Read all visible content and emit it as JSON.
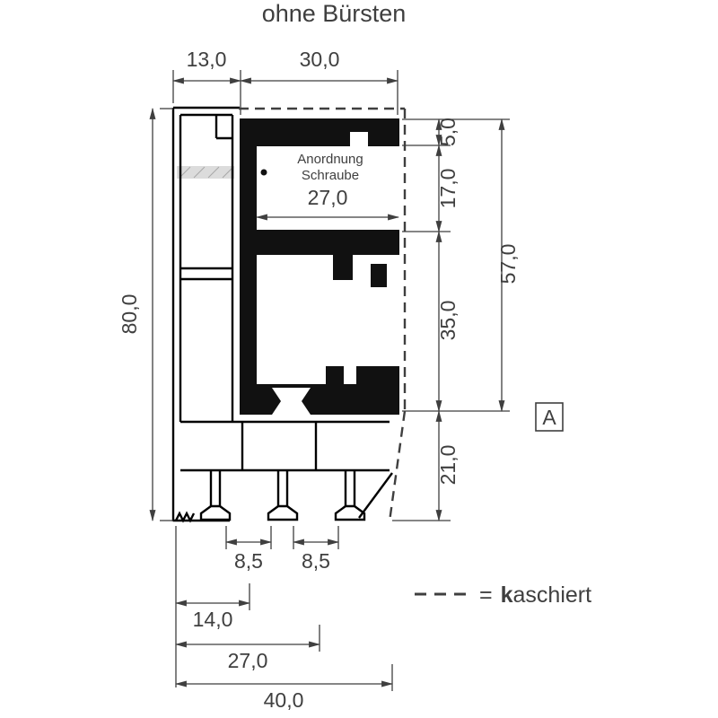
{
  "title": "ohne Bürsten",
  "annotation": {
    "line1": "Anordnung",
    "line2": "Schraube"
  },
  "marker_label": "A",
  "legend": {
    "equals": "=",
    "bold_char": "k",
    "rest": "aschiert"
  },
  "dimensions": {
    "top_width_left": "13,0",
    "top_width_right": "30,0",
    "overall_height": "80,0",
    "right_top": "5,0",
    "right_upper": "17,0",
    "right_middle": "35,0",
    "right_total": "57,0",
    "right_bottom": "21,0",
    "inner_width": "27,0",
    "foot_gap_left": "8,5",
    "foot_gap_right": "8,5",
    "bottom_first": "14,0",
    "bottom_second": "27,0",
    "bottom_total": "40,0"
  },
  "colors": {
    "line": "#3f3f3f",
    "profile_stroke": "#000000",
    "insert_fill": "#111111",
    "hatch_band": "#dcdcdc"
  }
}
